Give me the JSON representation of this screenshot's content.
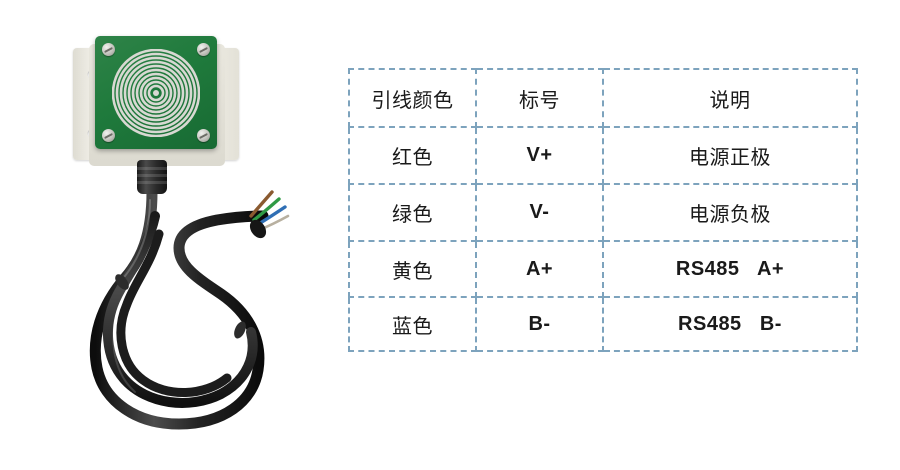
{
  "product": {
    "name": "leaf-wetness-rain-sensor",
    "description_visible": "",
    "colors": {
      "pcb_green": "#1f7a3c",
      "bracket_beige": "#e3e1d7",
      "cable_black": "#141414",
      "ring_silver": "#d8d8d2"
    },
    "wire_tip_colors": [
      "#8a5a30",
      "#2f9a45",
      "#2f6fb5"
    ]
  },
  "table": {
    "border_color": "#7da3bd",
    "text_color": "#1a1a1a",
    "headers": [
      "引线颜色",
      "标号",
      "说明"
    ],
    "rows": [
      {
        "color": "红色",
        "label": "V+",
        "description": "电源正极"
      },
      {
        "color": "绿色",
        "label": "V-",
        "description": "电源负极"
      },
      {
        "color": "黄色",
        "label": "A+",
        "description": "RS485   A+"
      },
      {
        "color": "蓝色",
        "label": "B-",
        "description": "RS485   B-"
      }
    ]
  }
}
